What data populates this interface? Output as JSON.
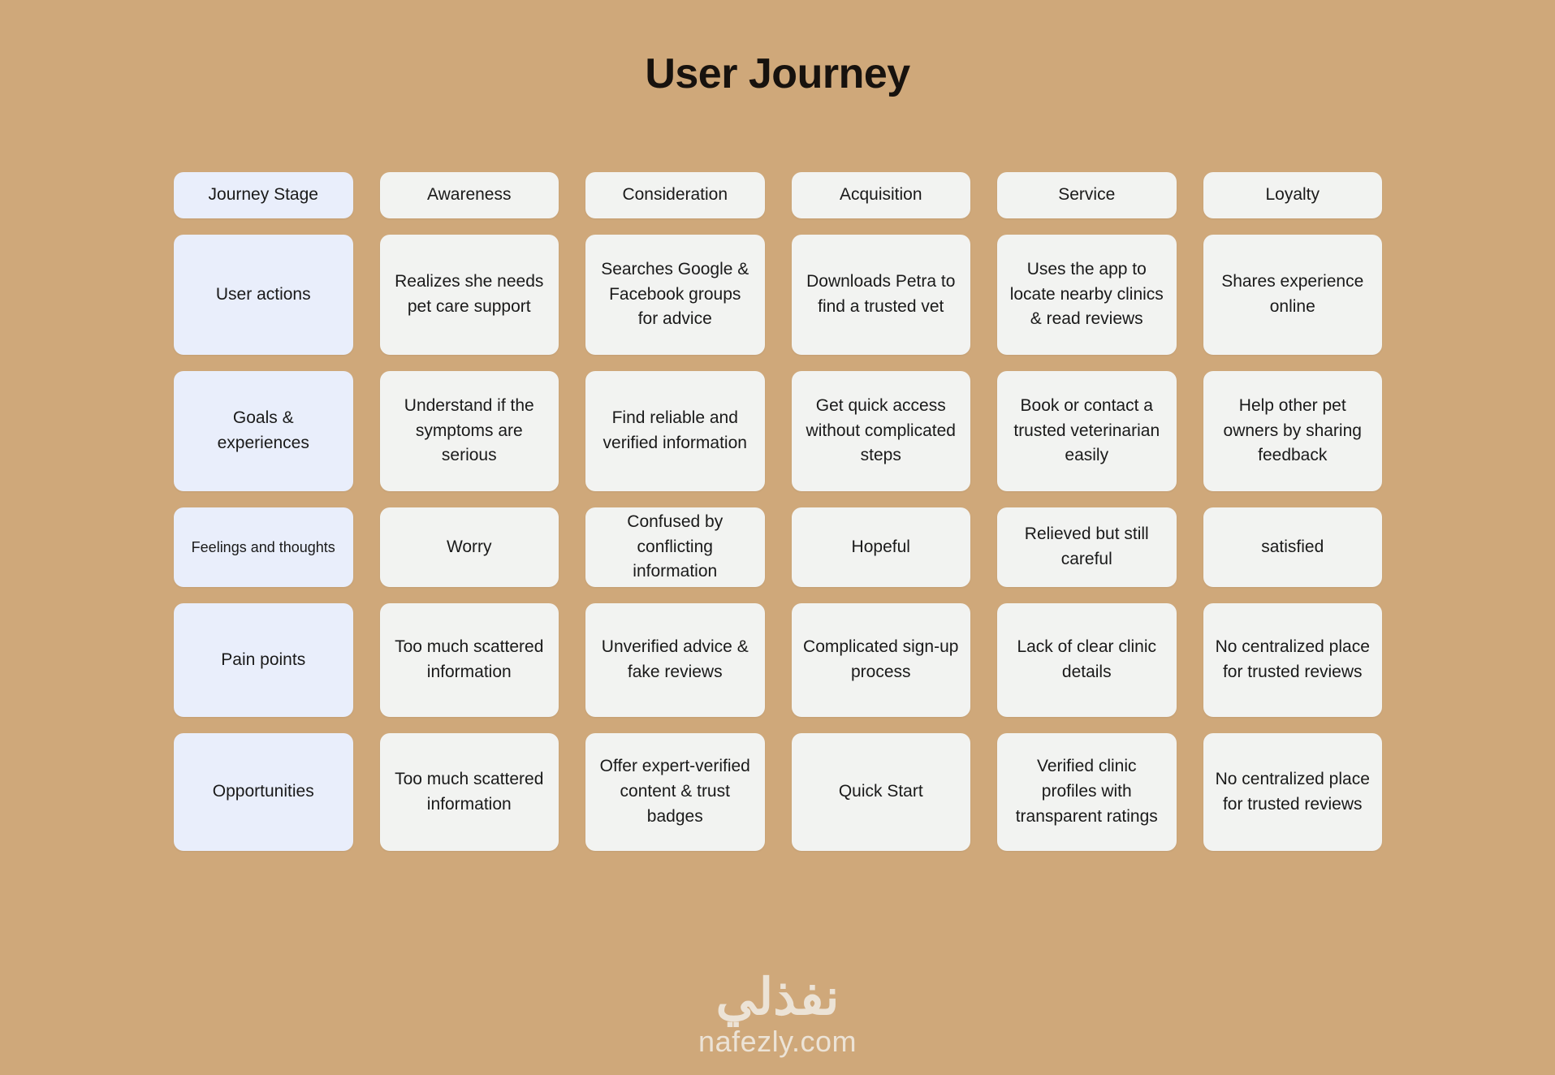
{
  "title": "User Journey",
  "theme": {
    "background": "#cfa87a",
    "label_card": "#e9eefb",
    "content_card": "#f2f3f1",
    "text": "#1a1a1a",
    "title_color": "#17120e",
    "watermark_color": "#ece3d6"
  },
  "grid": {
    "stages": [
      "Journey Stage",
      "Awareness",
      "Consideration",
      "Acquisition",
      "Service",
      "Loyalty"
    ],
    "rows": [
      {
        "label": "User actions",
        "cells": [
          "Realizes she needs pet care support",
          "Searches Google & Facebook groups for advice",
          "Downloads Petra to find a trusted vet",
          "Uses the app to locate nearby clinics & read reviews",
          "Shares experience online"
        ]
      },
      {
        "label": "Goals & experiences",
        "cells": [
          "Understand if the symptoms are serious",
          "Find reliable and verified information",
          "Get quick access without complicated steps",
          "Book or contact a trusted veterinarian easily",
          "Help other pet owners by sharing feedback"
        ]
      },
      {
        "label": "Feelings and thoughts",
        "cells": [
          "Worry",
          "Confused by conflicting information",
          "Hopeful",
          "Relieved but still careful",
          "satisfied"
        ]
      },
      {
        "label": "Pain points",
        "cells": [
          "Too much scattered information",
          "Unverified advice & fake reviews",
          "Complicated sign-up process",
          "Lack of clear clinic details",
          "No centralized place for trusted reviews"
        ]
      },
      {
        "label": "Opportunities",
        "cells": [
          "Too much scattered information",
          "Offer expert-verified content & trust badges",
          "Quick Start",
          "Verified clinic profiles with transparent ratings",
          "No centralized place for trusted reviews"
        ]
      }
    ]
  },
  "watermark": {
    "arabic": "نفذلي",
    "latin": "nafezly.com"
  }
}
